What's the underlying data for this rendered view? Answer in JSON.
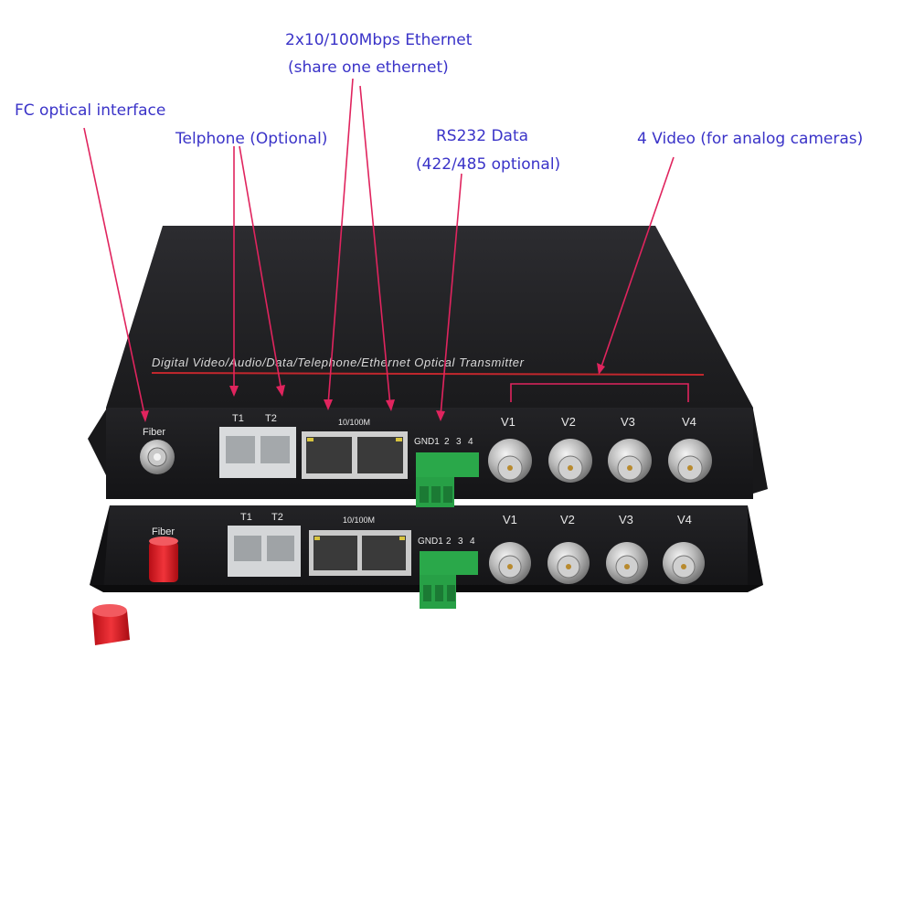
{
  "callouts": {
    "fc_optical": "FC optical interface",
    "telephone": "Telphone (Optional)",
    "ethernet_line1": "2x10/100Mbps Ethernet",
    "ethernet_line2": "(share one ethernet)",
    "rs232_line1": "RS232 Data",
    "rs232_line2": "(422/485 optional)",
    "video": "4 Video (for analog cameras)"
  },
  "device_top": {
    "banner": "Digital Video/Audio/Data/Telephone/Ethernet Optical Transmitter",
    "fiber_label": "Fiber",
    "phone_labels": [
      "T1",
      "T2"
    ],
    "ethernet_label": "10/100M",
    "data_labels": [
      "GND1",
      "2",
      "3",
      "4"
    ],
    "video_labels": [
      "V1",
      "V2",
      "V3",
      "V4"
    ]
  },
  "device_bottom": {
    "fiber_label": "Fiber",
    "phone_labels": [
      "T1",
      "T2"
    ],
    "ethernet_label": "10/100M",
    "data_labels": [
      "GND1",
      "2",
      "3",
      "4"
    ],
    "video_labels": [
      "V1",
      "V2",
      "V3",
      "V4"
    ]
  },
  "colors": {
    "callout_text": "#3a33c8",
    "arrow": "#e0245e",
    "chassis": "#1e1e20",
    "terminal_green": "#2aa84a",
    "fiber_cap_red": "#d81820"
  }
}
